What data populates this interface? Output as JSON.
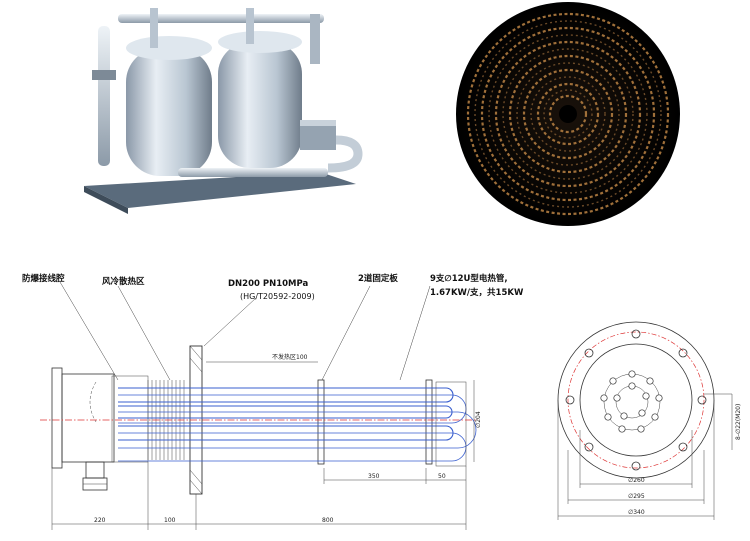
{
  "photos": {
    "unit_photo": {
      "icon": "twin-tank-unit-photo"
    },
    "coil_photo": {
      "icon": "spiral-heating-coil-photo"
    }
  },
  "labels": {
    "junction_box": "防爆接线腔",
    "cooling_zone": "风冷散热区",
    "flange_spec_1": "DN200 PN10MPa",
    "flange_spec_2": "(HG/T20592-2009)",
    "support_plates": "2道固定板",
    "heater_spec_1": "9支∅12U型电热管,",
    "heater_spec_2": "1.67KW/支，共15KW",
    "non_heating_zone": "不发热区100"
  },
  "dimensions": {
    "d_220": "220",
    "d_100": "100",
    "d_800": "800",
    "d_350": "350",
    "d_50": "50",
    "d_204": "∅204",
    "d_260": "∅260",
    "d_295": "∅295",
    "d_340": "∅340",
    "d_bolts": "8-∅22(M20)"
  },
  "colors": {
    "tube": "#3a5fcf",
    "centerline": "#dd3333"
  }
}
